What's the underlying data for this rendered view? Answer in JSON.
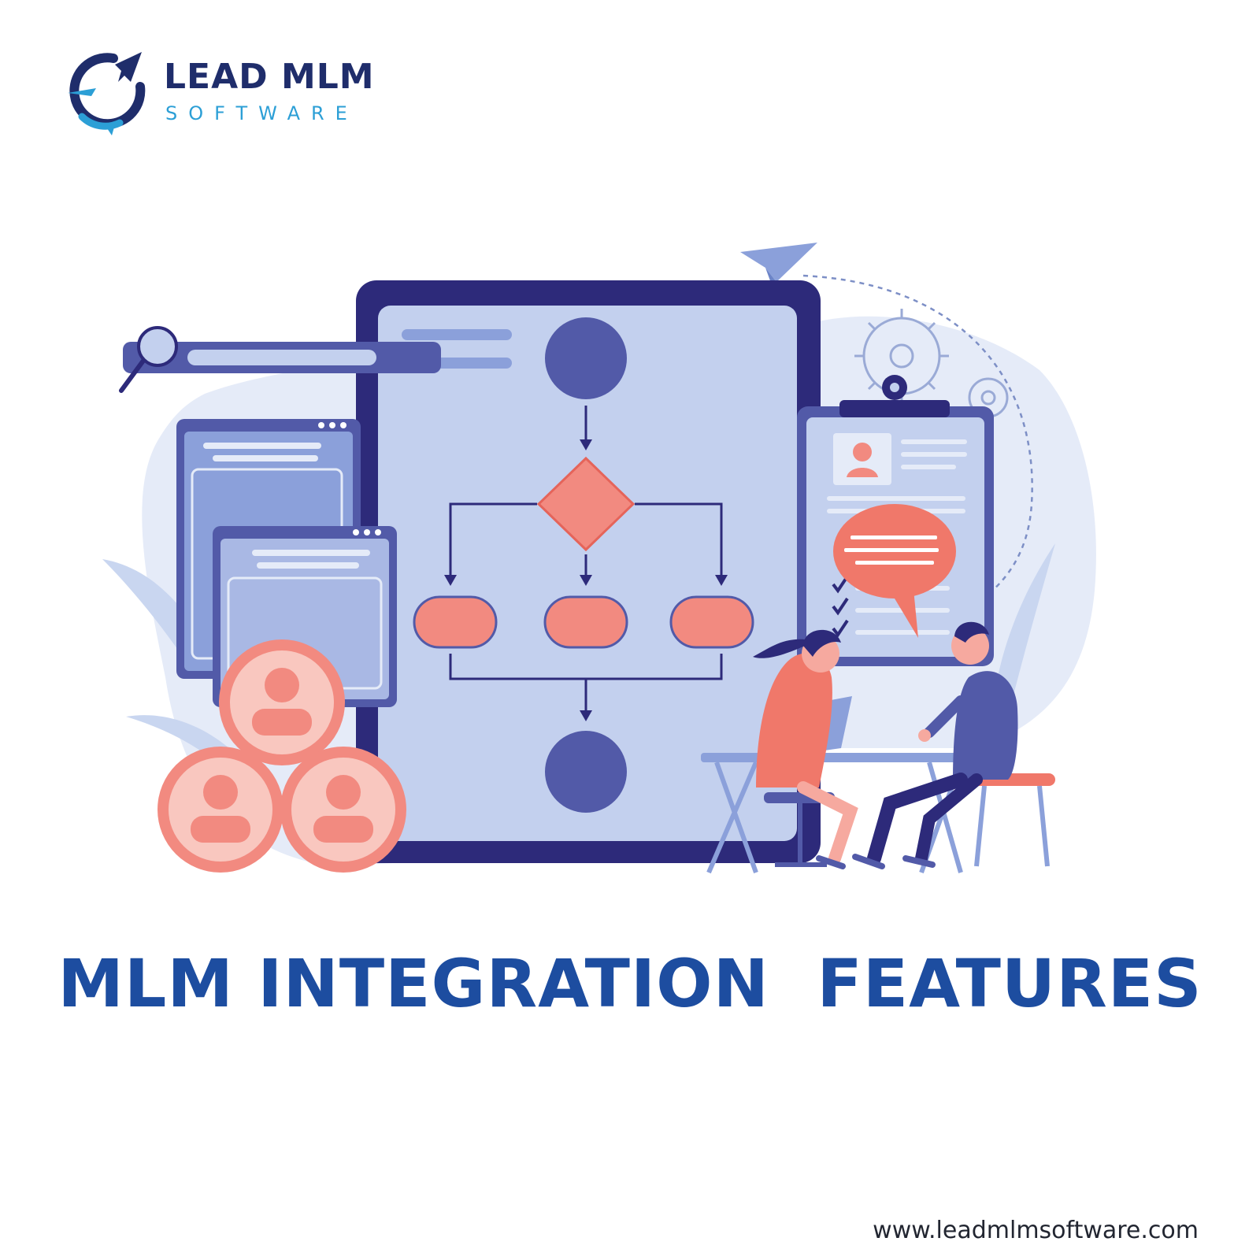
{
  "brand": {
    "name_line1": "LEAD MLM",
    "name_line2": "SOFTWARE",
    "logo_icon": "rocket-orbit-icon",
    "primary_color": "#1f2d6b",
    "accent_color": "#2c9fd6"
  },
  "headline": "MLM INTEGRATION  FEATURES",
  "website": "www.leadmlmsoftware.com",
  "colors": {
    "headline": "#1d4da0",
    "coral": "#f0786a",
    "navy": "#2d2a7a",
    "lavender": "#c3d0ee"
  },
  "illustration": {
    "icons": [
      "search-icon",
      "browser-window-icon",
      "flowchart-icon",
      "clipboard-profile-icon",
      "speech-bubble-icon",
      "gear-icon",
      "paper-plane-icon",
      "user-avatar-icon"
    ]
  }
}
